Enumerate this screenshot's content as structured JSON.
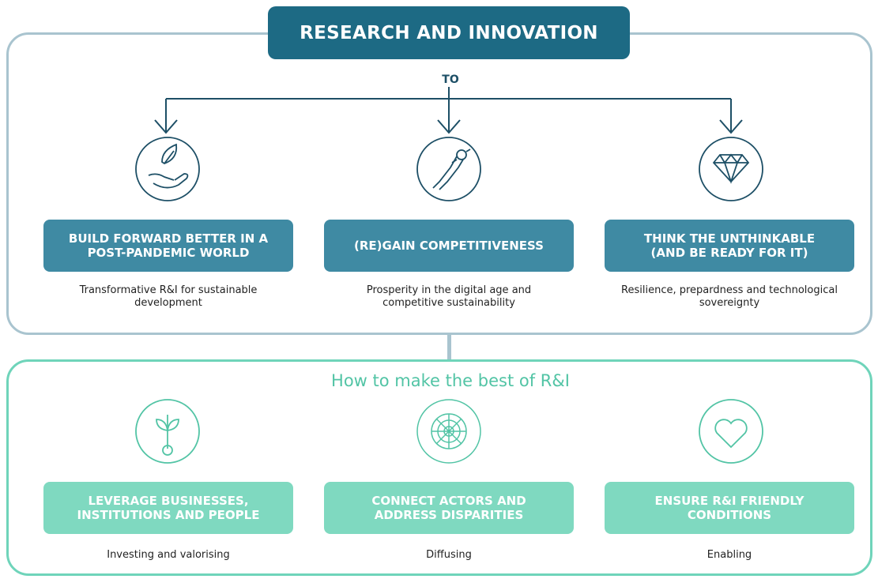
{
  "header": {
    "title": "RESEARCH AND INNOVATION",
    "to_label": "TO"
  },
  "goals": [
    {
      "title": "BUILD FORWARD BETTER IN A\nPOST-PANDEMIC WORLD",
      "description": "Transformative R&I for sustainable\ndevelopment",
      "icon": "plant-in-hand-icon"
    },
    {
      "title": "(RE)GAIN COMPETITIVENESS",
      "description": "Prosperity in the digital age and\ncompetitive sustainability",
      "icon": "robotic-arm-icon"
    },
    {
      "title": "THINK THE UNTHINKABLE\n(AND BE READY FOR IT)",
      "description": "Resilience, prepardness and technological\nsovereignty",
      "icon": "diamond-icon"
    }
  ],
  "how": {
    "title": "How to make the best of R&I",
    "items": [
      {
        "title": "LEVERAGE BUSINESSES,\nINSTITUTIONS AND PEOPLE",
        "description": "Investing and valorising",
        "icon": "sprout-icon"
      },
      {
        "title": "CONNECT ACTORS AND\nADDRESS DISPARITIES",
        "description": "Diffusing",
        "icon": "mandala-icon"
      },
      {
        "title": "ENSURE R&I FRIENDLY\nCONDITIONS",
        "description": "Enabling",
        "icon": "heart-icon"
      }
    ]
  },
  "colors": {
    "dark_teal": "#1d6a84",
    "mid_teal": "#3f8aa3",
    "mint": "#7fd9c0",
    "mint_border": "#6fd4ba",
    "gray_blue": "#a9c4cf"
  }
}
